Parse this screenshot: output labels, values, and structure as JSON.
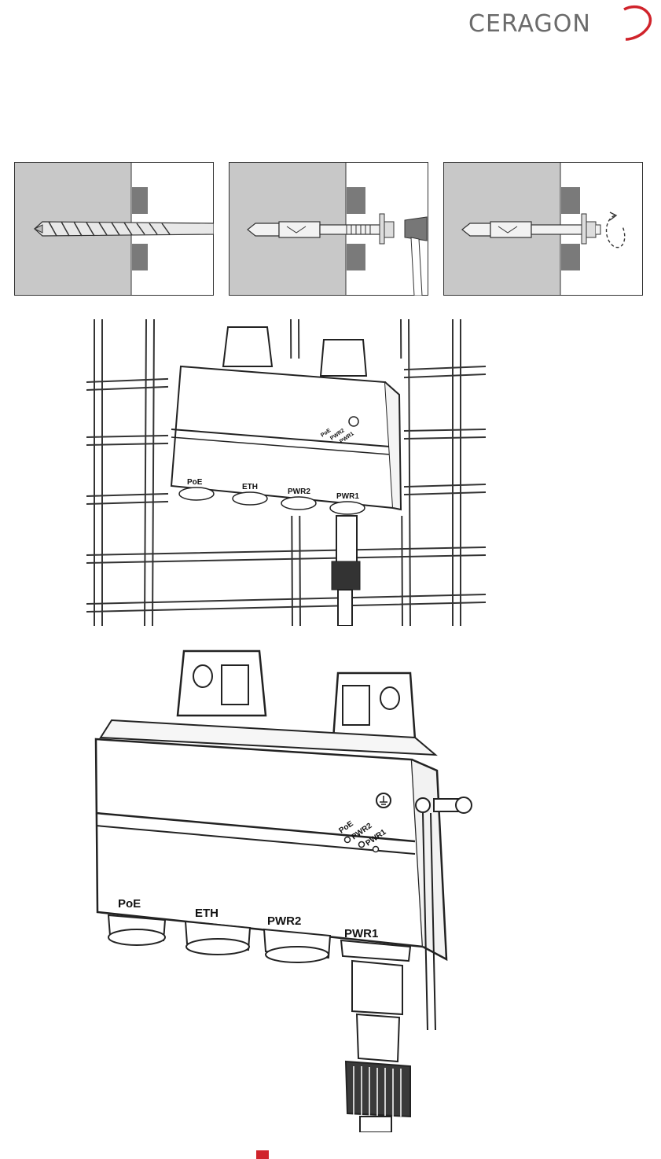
{
  "brand": {
    "name": "CERAGON",
    "accent_color": "#d0232b",
    "text_color": "#6b6b6b"
  },
  "install_steps": [
    {
      "icon": "drill-bit-icon"
    },
    {
      "icon": "anchor-insert-icon"
    },
    {
      "icon": "anchor-tighten-icon"
    }
  ],
  "device_ports": {
    "poe": "PoE",
    "eth": "ETH",
    "pwr2": "PWR2",
    "pwr1": "PWR1"
  },
  "device_leds": {
    "poe": "PoE",
    "pwr2": "PWR2",
    "pwr1": "PWR1"
  },
  "page_marker_color": "#d0232b"
}
